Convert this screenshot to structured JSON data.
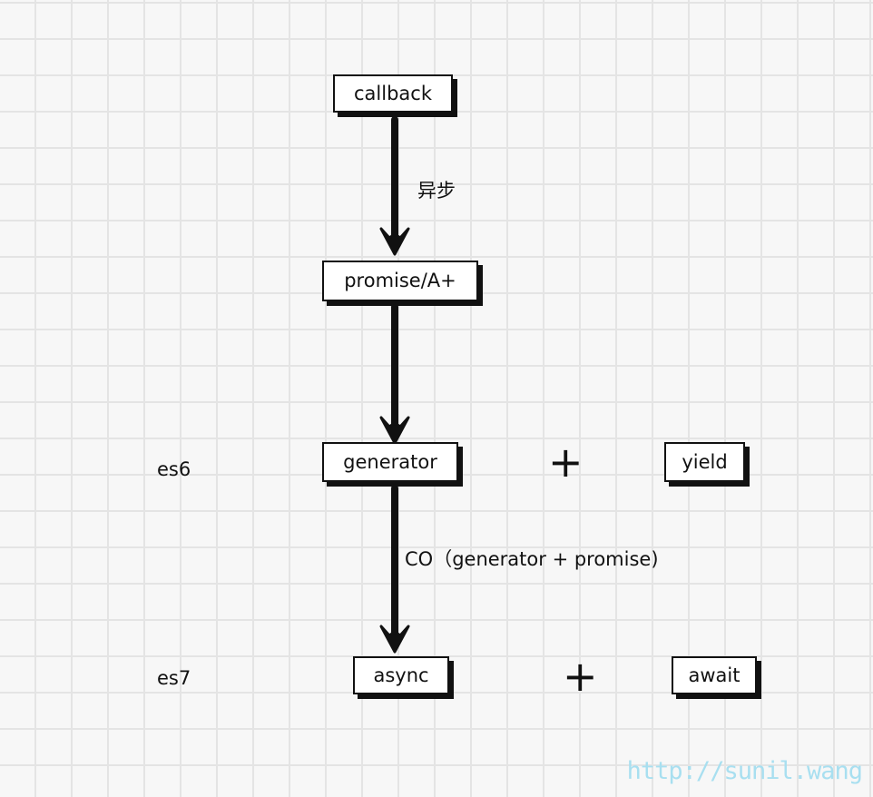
{
  "nodes": {
    "callback": "callback",
    "promise": "promise/A+",
    "generator": "generator",
    "yield": "yield",
    "async": "async",
    "await": "await"
  },
  "edge_labels": {
    "callback_to_promise": "异步",
    "generator_to_async": "CO（generator + promise)"
  },
  "side_labels": {
    "es6": "es6",
    "es7": "es7"
  },
  "operators": {
    "plus_es6": "+",
    "plus_es7": "+"
  },
  "watermark": "http://sunil.wang"
}
